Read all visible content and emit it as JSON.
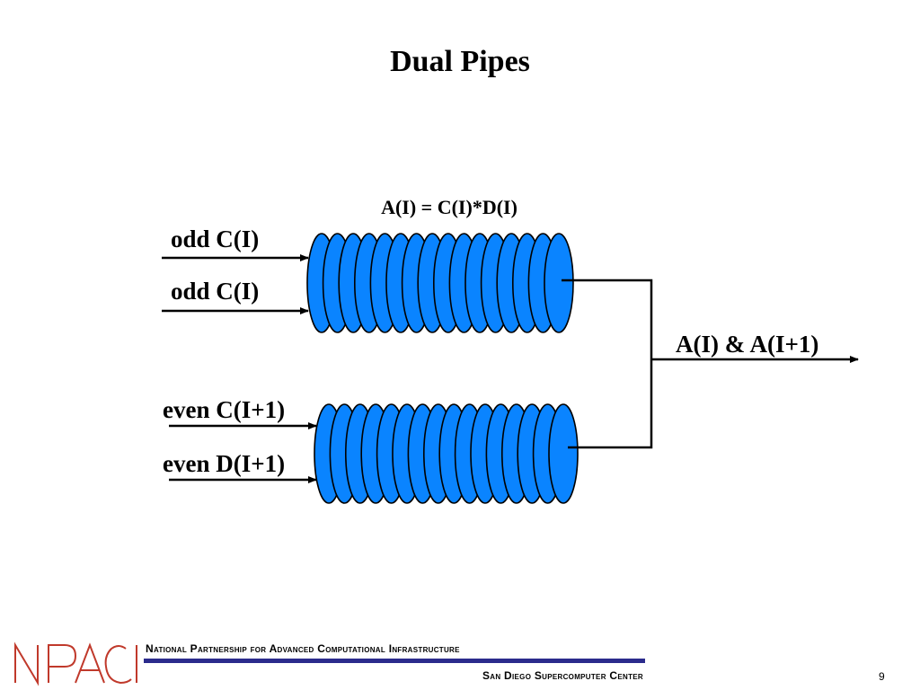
{
  "slide": {
    "title": "Dual Pipes",
    "page_number": "9"
  },
  "diagram": {
    "equation": "A(I) = C(I)*D(I)",
    "top_pipe_inputs": [
      "odd C(I)",
      "odd C(I)"
    ],
    "bottom_pipe_inputs": [
      "even C(I+1)",
      "even D(I+1)"
    ],
    "output_label": "A(I) & A(I+1)",
    "pipe_segments": 16,
    "colors": {
      "pipe_fill": "#0a84ff",
      "pipe_stroke": "#000000",
      "line": "#000000"
    }
  },
  "footer": {
    "line1": "National Partnership for Advanced Computational Infrastructure",
    "line2": "San Diego Supercomputer Center",
    "logo_text": "NPACI",
    "rule_color": "#2b2b8c",
    "logo_color": "#c0392b"
  }
}
